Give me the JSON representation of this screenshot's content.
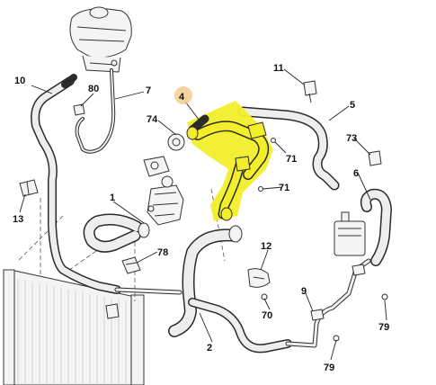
{
  "callouts": {
    "c1": "1",
    "c2": "2",
    "c4": "4",
    "c5": "5",
    "c6": "6",
    "c7": "7",
    "c9": "9",
    "c10": "10",
    "c11": "11",
    "c12": "12",
    "c13": "13",
    "c70": "70",
    "c71a": "71",
    "c71b": "71",
    "c73": "73",
    "c74": "74",
    "c78": "78",
    "c79a": "79",
    "c79b": "79",
    "c80": "80"
  },
  "colors": {
    "highlight": "#f2ee2a",
    "badge": "#f3c98a"
  }
}
